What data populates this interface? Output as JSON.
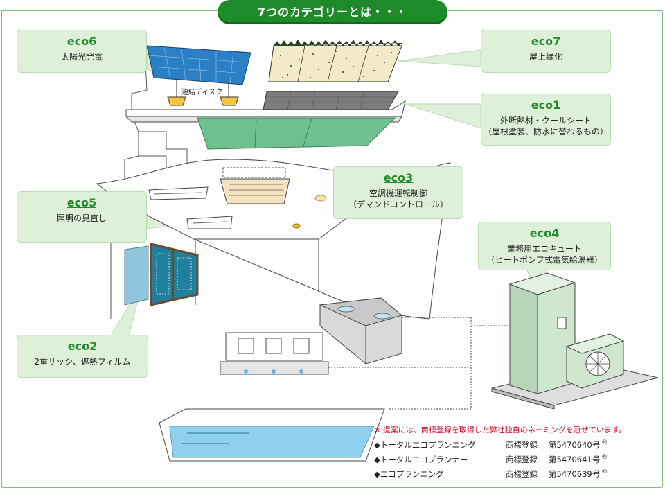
{
  "title": "7つのカテゴリーとは・・・",
  "callouts": [
    {
      "code": "eco6",
      "desc": "太陽光発電",
      "desc2": ""
    },
    {
      "code": "eco7",
      "desc": "屋上緑化",
      "desc2": ""
    },
    {
      "code": "eco1",
      "desc": "外断熱材・クールシート",
      "desc2": "（屋根塗装、防水に替わるもの）"
    },
    {
      "code": "eco3",
      "desc": "空調機運転制御",
      "desc2": "（デマンドコントロール）"
    },
    {
      "code": "eco5",
      "desc": "照明の見直し",
      "desc2": ""
    },
    {
      "code": "eco4",
      "desc": "業務用エコキュート",
      "desc2": "（ヒートポンプ式電気給湯器）"
    },
    {
      "code": "eco2",
      "desc": "2重サッシ、遮熱フィルム",
      "desc2": ""
    }
  ],
  "disk_label": "連結ディスク",
  "note": "※ 提案には、商標登録を取得した弊社独自のネーミングを冠せています。",
  "trademarks": [
    {
      "name": "◆トータルエコプランニング",
      "kind": "商標登録",
      "number": "第5470640号",
      "mark": "®"
    },
    {
      "name": "◆トータルエコプランナー",
      "kind": "商標登録",
      "number": "第5470641号",
      "mark": "®"
    },
    {
      "name": "◆エコプランニング",
      "kind": "商標登録",
      "number": "第5470639号",
      "mark": "®"
    }
  ],
  "colors": {
    "accent_green": "#1e8a2a",
    "callout_bg": "#dff0da",
    "frame_green": "#7dbe7d",
    "solar_blue": "#2b7fc4",
    "window_teal": "#1f7f9e",
    "pool_blue": "#8fd0f0",
    "unit_green": "#cfe6cf",
    "note_red": "#d2001f"
  }
}
